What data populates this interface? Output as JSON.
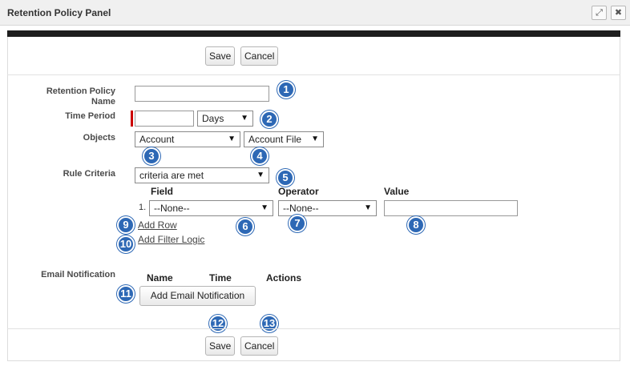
{
  "window": {
    "title": "Retention Policy Panel",
    "maximize_icon": "⤢",
    "close_icon": "✖"
  },
  "toolbar_top": {
    "save_label": "Save",
    "cancel_label": "Cancel"
  },
  "form": {
    "policy_name_label": "Retention Policy Name",
    "policy_name_value": "",
    "time_period_label": "Time Period",
    "time_period_value": "",
    "time_unit": "Days",
    "objects_label": "Objects",
    "object_primary": "Account",
    "object_secondary": "Account File",
    "rule_criteria_label": "Rule Criteria",
    "rule_criteria_value": "criteria are met",
    "col_field": "Field",
    "col_operator": "Operator",
    "col_value": "Value",
    "row_number": "1.",
    "field_value": "--None--",
    "operator_value": "--None--",
    "value_value": "",
    "add_row": "Add Row",
    "add_filter_logic": "Add Filter Logic",
    "email_label": "Email Notification",
    "email_col_name": "Name",
    "email_col_time": "Time",
    "email_col_actions": "Actions",
    "add_email_button": "Add Email Notification"
  },
  "toolbar_bottom": {
    "save_label": "Save",
    "cancel_label": "Cancel"
  },
  "badges": [
    "1",
    "2",
    "3",
    "4",
    "5",
    "6",
    "7",
    "8",
    "9",
    "10",
    "11",
    "12",
    "13"
  ],
  "colors": {
    "badge": "#2d68b5",
    "required": "#cc0000",
    "header_bar": "#1e1e1e"
  }
}
